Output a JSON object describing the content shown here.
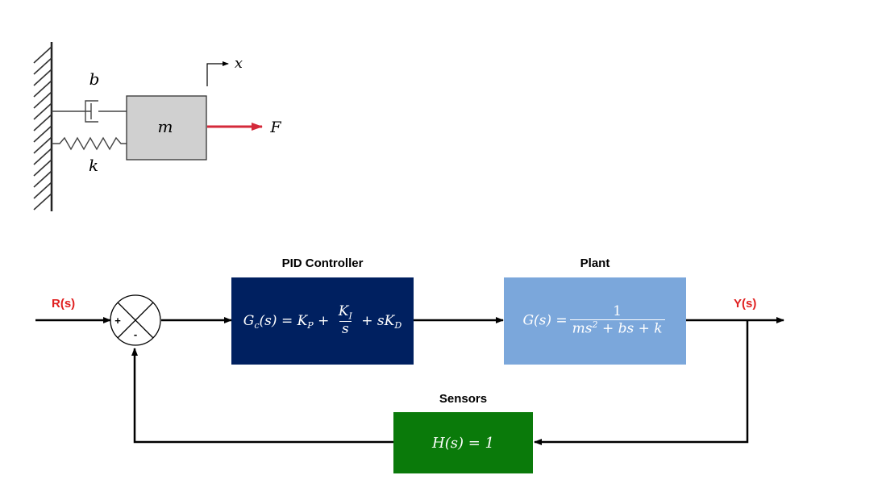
{
  "mechanical": {
    "damper_label": "b",
    "spring_label": "k",
    "mass_label": "m",
    "force_label": "F",
    "displacement_label": "x",
    "colors": {
      "mass_fill": "#d0d0d0",
      "force_arrow": "#d42a3a"
    }
  },
  "block_diagram": {
    "input_signal": "R(s)",
    "output_signal": "Y(s)",
    "summing_junction": {
      "plus": "+",
      "minus": "-"
    },
    "controller": {
      "title": "PID Controller",
      "lhs": "G",
      "lhs_sub": "c",
      "lhs_arg": "(s) = K",
      "kp_sub": "P",
      "plus1": " + ",
      "ki_num": "K",
      "ki_sub": "I",
      "ki_den": "s",
      "plus2": " + sK",
      "kd_sub": "D",
      "color": "#002060"
    },
    "plant": {
      "title": "Plant",
      "lhs": "G(s) =",
      "num": "1",
      "den": "ms",
      "den_exp": "2",
      "den_rest": " + bs + k",
      "color": "#7ba7db"
    },
    "sensor": {
      "title": "Sensors",
      "equation": "H(s) = 1",
      "color": "#0a7a0a"
    }
  }
}
